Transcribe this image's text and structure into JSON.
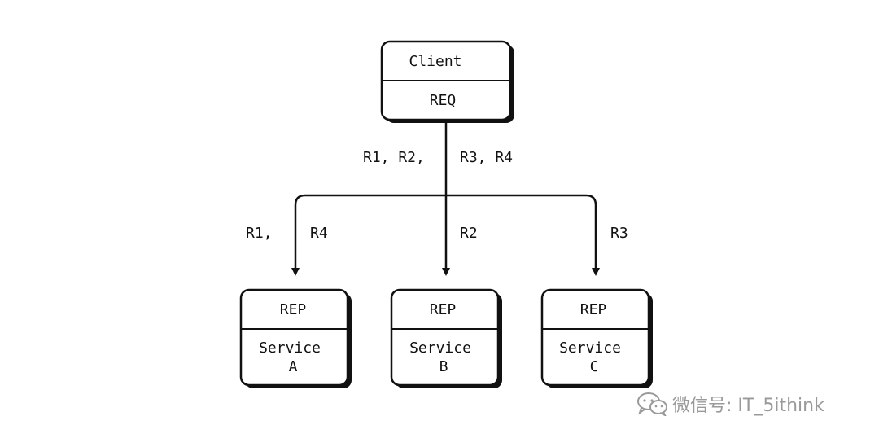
{
  "diagram": {
    "client": {
      "title": "Client",
      "socket": "REQ"
    },
    "edge_labels": {
      "top_left": "R1, R2,",
      "top_right": "R3, R4",
      "branch_a_left": "R1,",
      "branch_a_right": "R4",
      "branch_b": "R2",
      "branch_c": "R3"
    },
    "services": [
      {
        "socket": "REP",
        "name_line1": "Service",
        "name_line2": "A"
      },
      {
        "socket": "REP",
        "name_line1": "Service",
        "name_line2": "B"
      },
      {
        "socket": "REP",
        "name_line1": "Service",
        "name_line2": "C"
      }
    ]
  },
  "watermark": {
    "text": "微信号: IT_5ithink",
    "icon": "wechat-icon"
  }
}
